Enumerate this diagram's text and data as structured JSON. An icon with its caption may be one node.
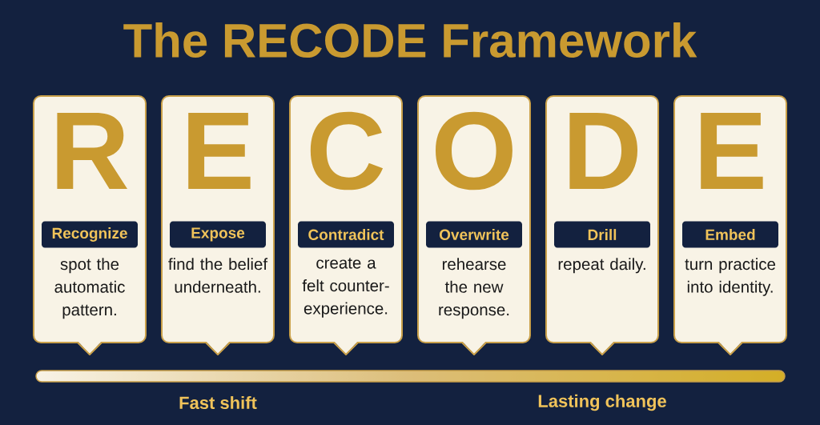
{
  "diagram": {
    "title": "The RECODE Framework",
    "nodes": [
      {
        "text": [
          "R",
          "Recognize",
          "spot the automatic pattern."
        ]
      },
      {
        "text": [
          "E",
          "Expose",
          "find the belief underneath."
        ]
      },
      {
        "text": [
          "C",
          "Contradict",
          "create a felt counter-experience."
        ]
      },
      {
        "text": [
          "O",
          "Overwrite",
          "rehearse the new response."
        ]
      },
      {
        "text": [
          "D",
          "Drill",
          "repeat daily."
        ]
      },
      {
        "text": [
          "E",
          "Embed",
          "turn practice into identity."
        ]
      }
    ],
    "labels": [
      "Fast shift",
      "Lasting change"
    ]
  }
}
